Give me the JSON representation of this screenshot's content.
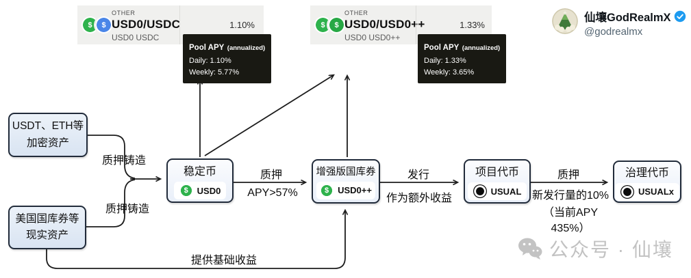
{
  "pools": [
    {
      "category": "OTHER",
      "pair": "USD0/USDC",
      "tokens": "USD0 USDC",
      "apy": "1.10%",
      "tooltip": {
        "title": "Pool APY",
        "qualifier": "(annualized)",
        "daily": "Daily: 1.10%",
        "weekly": "Weekly: 5.77%"
      }
    },
    {
      "category": "OTHER",
      "pair": "USD0/USD0++",
      "tokens": "USD0 USD0++",
      "apy": "1.33%",
      "tooltip": {
        "title": "Pool APY",
        "qualifier": "(annualized)",
        "daily": "Daily: 1.33%",
        "weekly": "Weekly: 3.65%"
      }
    }
  ],
  "profile": {
    "name": "仙壤GodRealmX",
    "handle": "@godrealmx"
  },
  "nodes": {
    "crypto_assets": {
      "line1": "USDT、ETH等",
      "line2": "加密资产"
    },
    "real_assets": {
      "line1": "美国国库券等",
      "line2": "现实资产"
    },
    "stablecoin": {
      "title": "稳定币",
      "token": "USD0"
    },
    "enhanced_bond": {
      "title": "增强版国库券",
      "token": "USD0++"
    },
    "project_token": {
      "title": "项目代币",
      "token": "USUAL"
    },
    "governance_token": {
      "title": "治理代币",
      "token": "USUALx"
    }
  },
  "edges": {
    "stake_mint_top": "质押铸造",
    "stake_mint_bottom": "质押铸造",
    "stake": "质押",
    "stake_apy": "APY>57%",
    "issue": "发行",
    "issue_note": "作为额外收益",
    "stake2": "质押",
    "stake2_note1": "新发行量的10%",
    "stake2_note2": "（当前APY",
    "stake2_note3": "435%）",
    "base_yield": "提供基础收益"
  },
  "watermark": {
    "text": "公众号 · 仙壤"
  },
  "colors": {
    "accent_green": "#2eb24c",
    "accent_blue": "#4a86e8",
    "verified_blue": "#1d9bf0",
    "tooltip_bg": "#191913",
    "usual_ring_pink": "#f2b8e5"
  }
}
